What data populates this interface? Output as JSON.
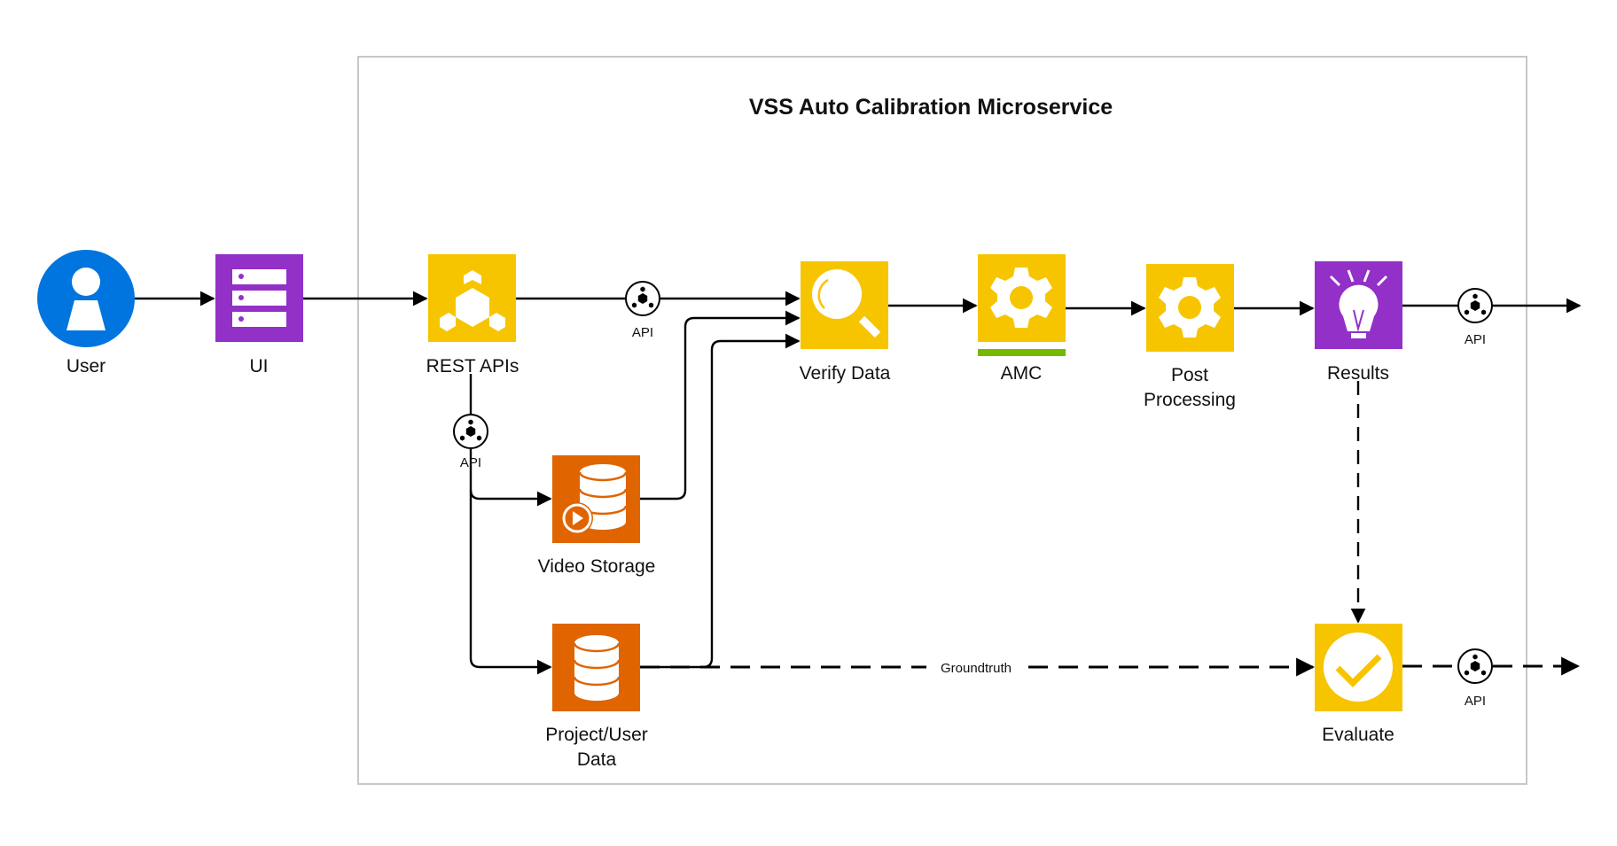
{
  "diagram": {
    "title": "VSS Auto Calibration Microservice",
    "colors": {
      "yellow": "#F7C500",
      "purple": "#9230C8",
      "orange": "#E06400",
      "blue": "#0074DF",
      "green": "#76B900",
      "border": "#C8C8C8"
    },
    "nodes": {
      "user": {
        "label": "User",
        "icon": "user-icon"
      },
      "ui": {
        "label": "UI",
        "icon": "server-list-icon"
      },
      "rest": {
        "label": "REST APIs",
        "icon": "hexagon-cluster-icon"
      },
      "video": {
        "label": "Video Storage",
        "icon": "database-video-icon"
      },
      "project": {
        "label_line1": "Project/User",
        "label_line2": "Data",
        "icon": "database-icon"
      },
      "verify": {
        "label": "Verify Data",
        "icon": "magnifier-icon"
      },
      "amc": {
        "label": "AMC",
        "icon": "gear-icon"
      },
      "post": {
        "label_line1": "Post",
        "label_line2": "Processing",
        "icon": "gear-icon"
      },
      "results": {
        "label": "Results",
        "icon": "lightbulb-icon"
      },
      "evaluate": {
        "label": "Evaluate",
        "icon": "checkmark-icon"
      }
    },
    "api_badges": [
      {
        "label": "API"
      },
      {
        "label": "API"
      },
      {
        "label": "API"
      },
      {
        "label": "API"
      }
    ],
    "edge_labels": {
      "groundtruth": "Groundtruth"
    }
  }
}
